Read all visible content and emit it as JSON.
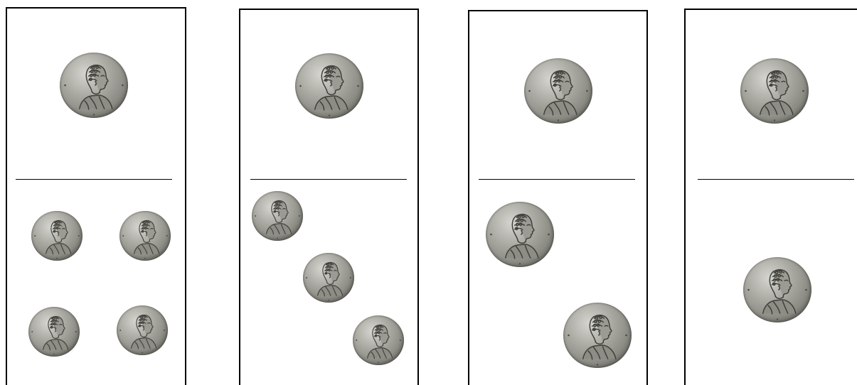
{
  "cards": [
    {
      "top_count": 1,
      "bottom_count": 4
    },
    {
      "top_count": 1,
      "bottom_count": 3
    },
    {
      "top_count": 1,
      "bottom_count": 2
    },
    {
      "top_count": 1,
      "bottom_count": 1
    }
  ],
  "coin_icon": "coin-portrait-icon"
}
